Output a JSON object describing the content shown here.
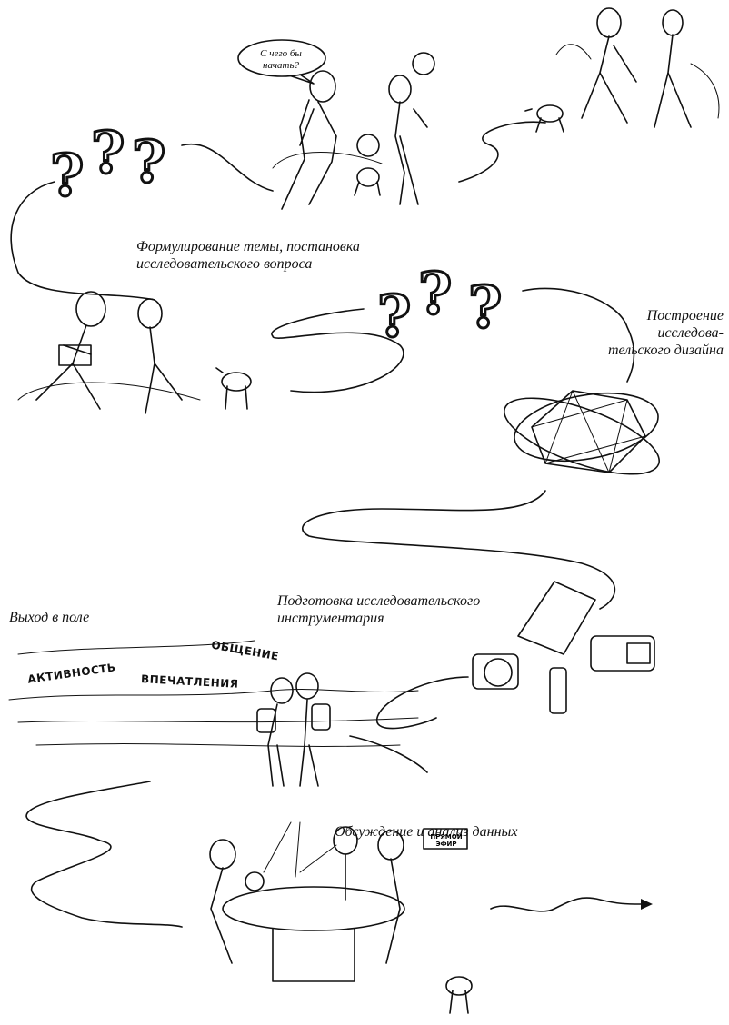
{
  "captions": {
    "topic": "Формулирование темы, постановка исследовательского вопроса",
    "design": "Построение исследова-тельского дизайна",
    "tools": "Подготовка исследовательского инструментария",
    "field": "Выход в поле",
    "analysis": "Обсуждение и анализ данных"
  },
  "speech_bubble": "С чего бы начать?",
  "field_words": {
    "activity": "АКТИВНОСТЬ",
    "impressions": "ВПЕЧАТЛЕНИЯ",
    "communication": "ОБЩЕНИЕ"
  },
  "live_sign": "ПРЯМОЙ ЭФИР"
}
